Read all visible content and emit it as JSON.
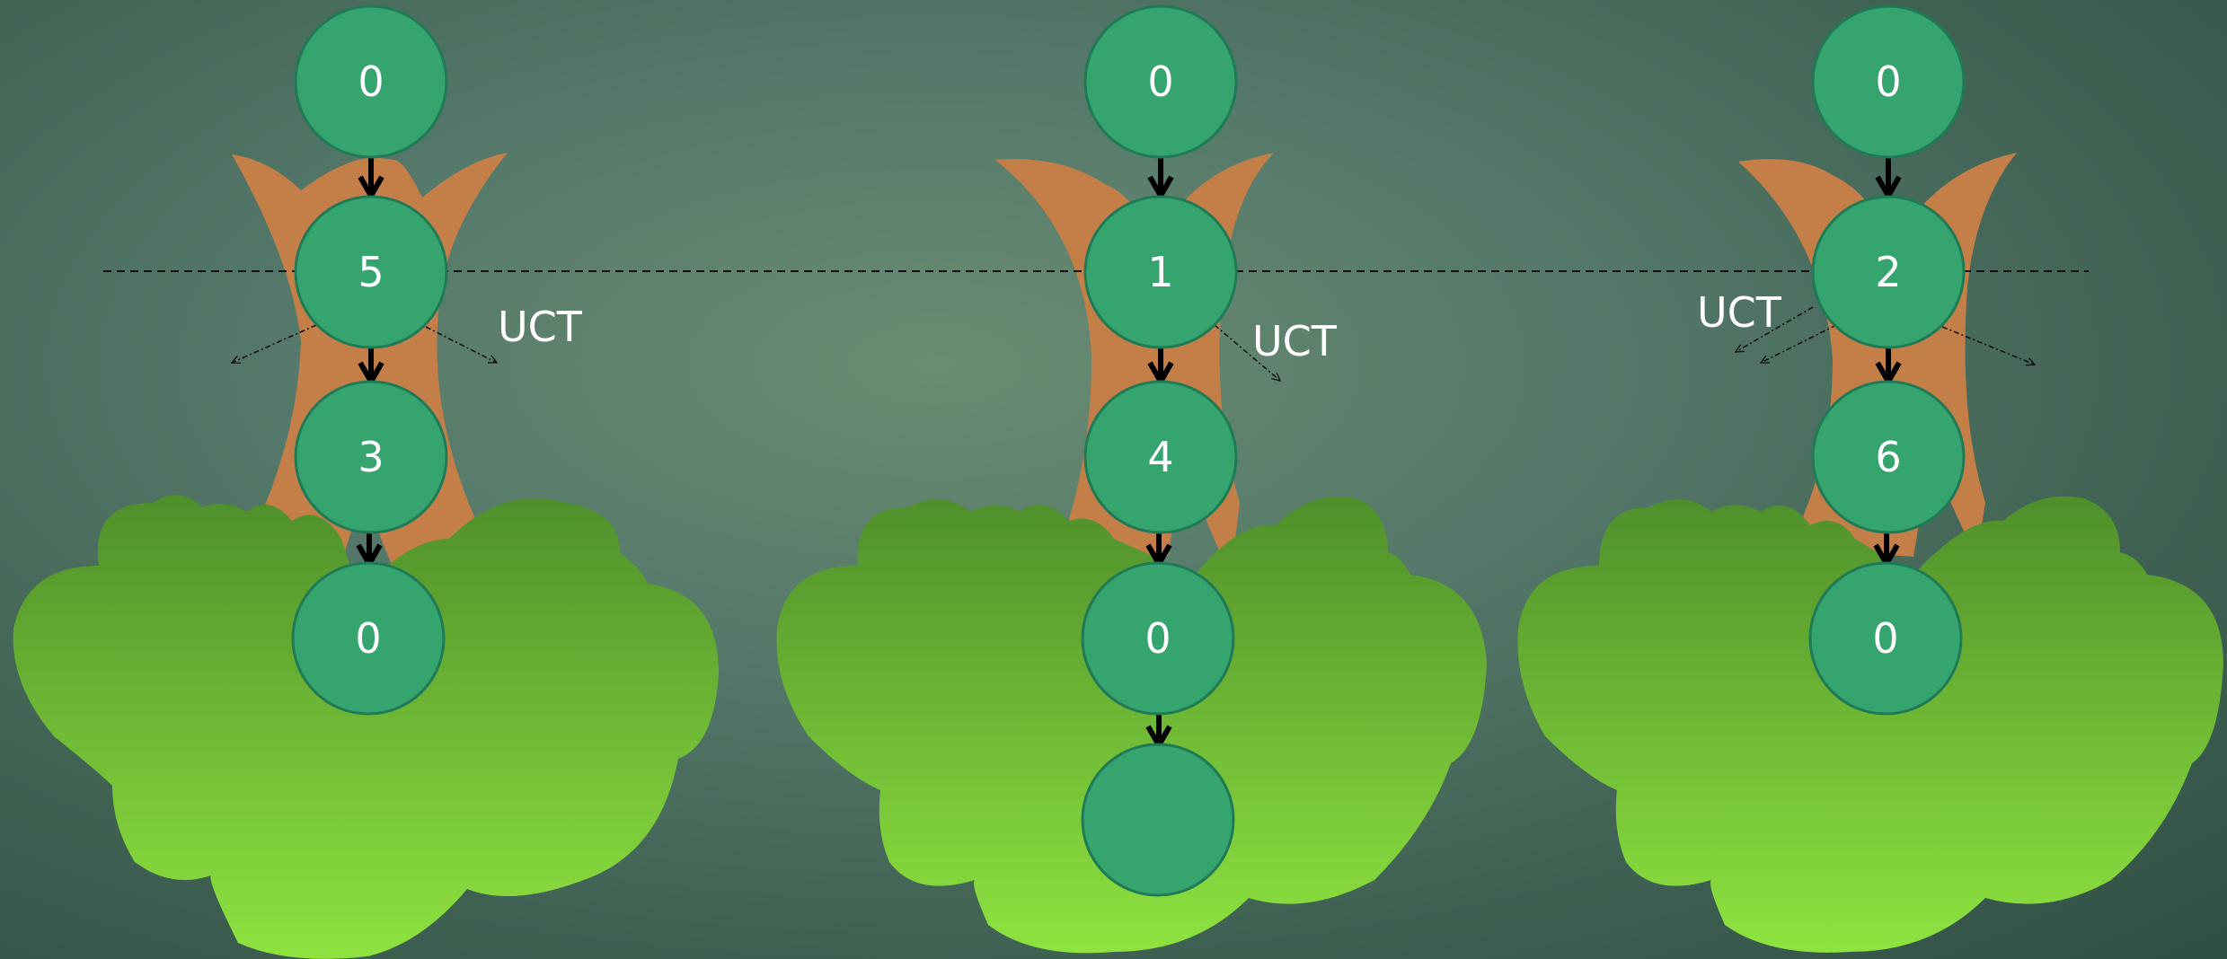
{
  "colors": {
    "node_fill": "#36a46f",
    "node_stroke": "#1f7a55",
    "trunk": "#c47f48",
    "canopy_top": "#4f8f2b",
    "canopy_bottom": "#8ee33f"
  },
  "trees": [
    {
      "uct_label": "UCT",
      "nodes": [
        "0",
        "5",
        "3",
        "0"
      ]
    },
    {
      "uct_label": "UCT",
      "nodes": [
        "0",
        "1",
        "4",
        "0",
        ""
      ]
    },
    {
      "uct_label": "UCT",
      "nodes": [
        "0",
        "2",
        "6",
        "0"
      ]
    }
  ]
}
